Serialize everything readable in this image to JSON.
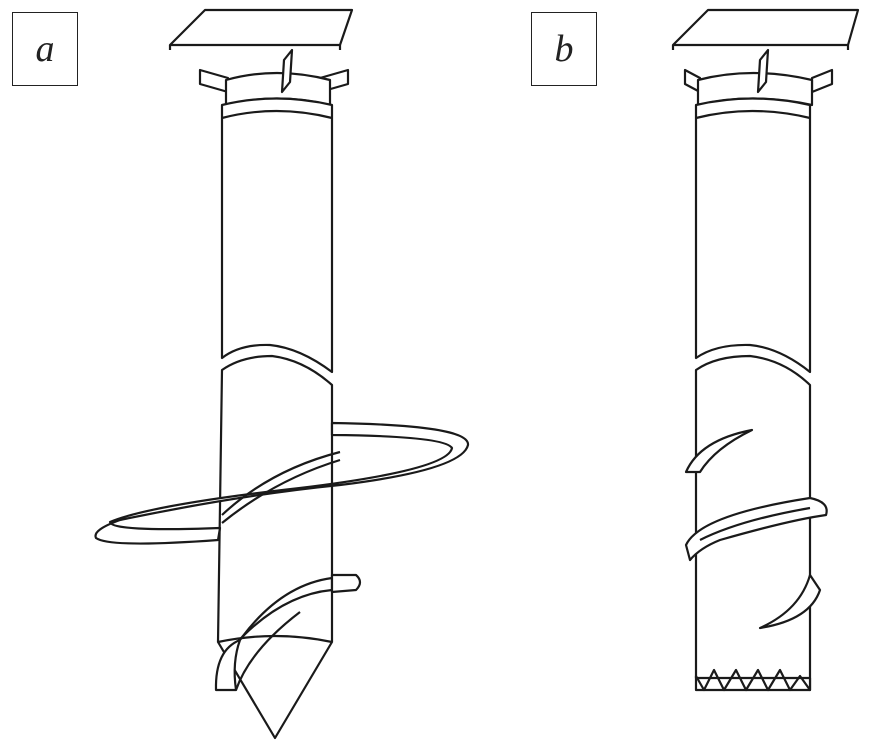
{
  "figure": {
    "panels": [
      {
        "label": "a",
        "description_name": "screw-pile-with-helix-and-cone-tip"
      },
      {
        "label": "b",
        "description_name": "screw-pile-with-short-blades-and-serrated-tip"
      }
    ]
  }
}
